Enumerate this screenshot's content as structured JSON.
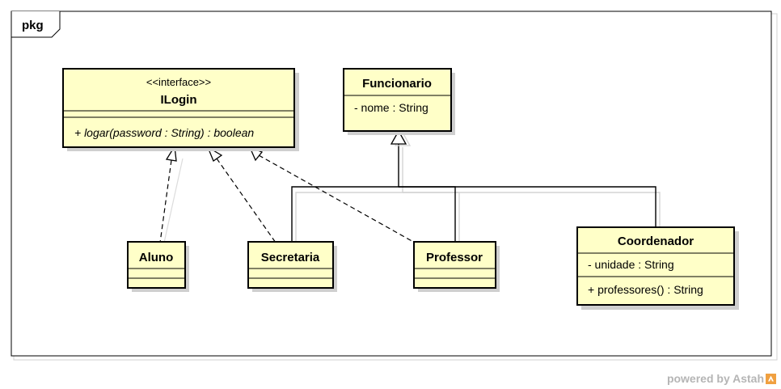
{
  "package": {
    "label": "pkg"
  },
  "classes": {
    "ilogin": {
      "stereotype": "<<interface>>",
      "name": "ILogin",
      "operations": [
        "+ logar(password : String) : boolean"
      ]
    },
    "funcionario": {
      "name": "Funcionario",
      "attributes": [
        "- nome : String"
      ]
    },
    "aluno": {
      "name": "Aluno"
    },
    "secretaria": {
      "name": "Secretaria"
    },
    "professor": {
      "name": "Professor"
    },
    "coordenador": {
      "name": "Coordenador",
      "attributes": [
        "- unidade : String"
      ],
      "operations": [
        "+ professores() : String"
      ]
    }
  },
  "watermark": {
    "text": "powered by Astah"
  },
  "colors": {
    "class_fill": "#ffffc8",
    "line": "#000000",
    "watermark": "#b5b5b5"
  }
}
